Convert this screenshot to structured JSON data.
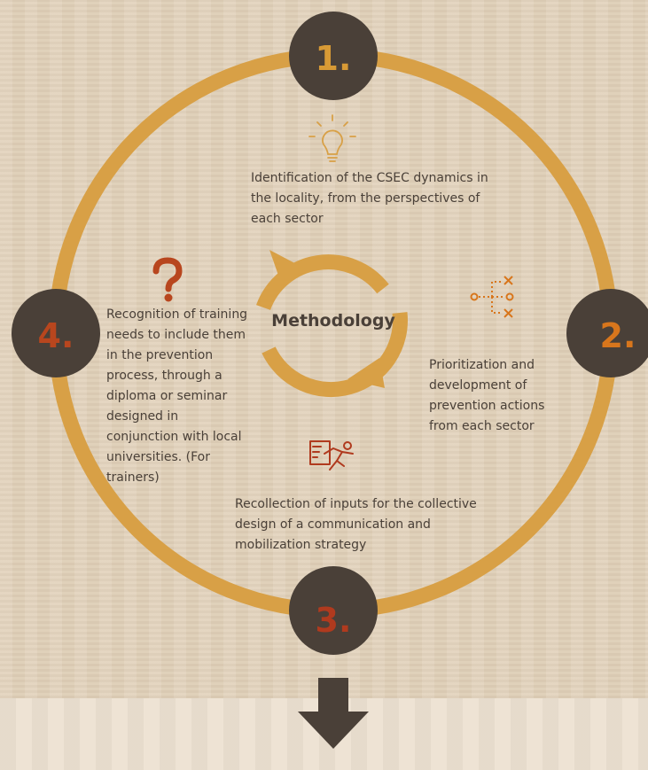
{
  "center": {
    "label": "Methodology"
  },
  "steps": [
    {
      "number": "1.",
      "text": "Identification of the CSEC dynamics in the locality, from the perspectives of each sector",
      "icon": "lightbulb-icon",
      "number_color": "#d89a35"
    },
    {
      "number": "2.",
      "text": "Prioritization and development of prevention actions from each sector",
      "icon": "strategy-plan-icon",
      "number_color": "#d8761c"
    },
    {
      "number": "3.",
      "text": "Recollection of inputs for the collective design of a communication and mobilization strategy",
      "icon": "running-person-icon",
      "number_color": "#b03a1e"
    },
    {
      "number": "4.",
      "text": "Recognition of training needs to include them in the prevention process, through a diploma or seminar designed in conjunction with local universities. (For trainers)",
      "icon": "question-mark-icon",
      "number_color": "#b8461e"
    }
  ],
  "colors": {
    "ring": "#d8a046",
    "circle_fill": "#4a4038",
    "icon_orange": "#d8761c",
    "icon_red": "#b03a1e",
    "background": "#e2d2ba"
  },
  "down_arrow": {
    "icon": "down-arrow-icon"
  }
}
